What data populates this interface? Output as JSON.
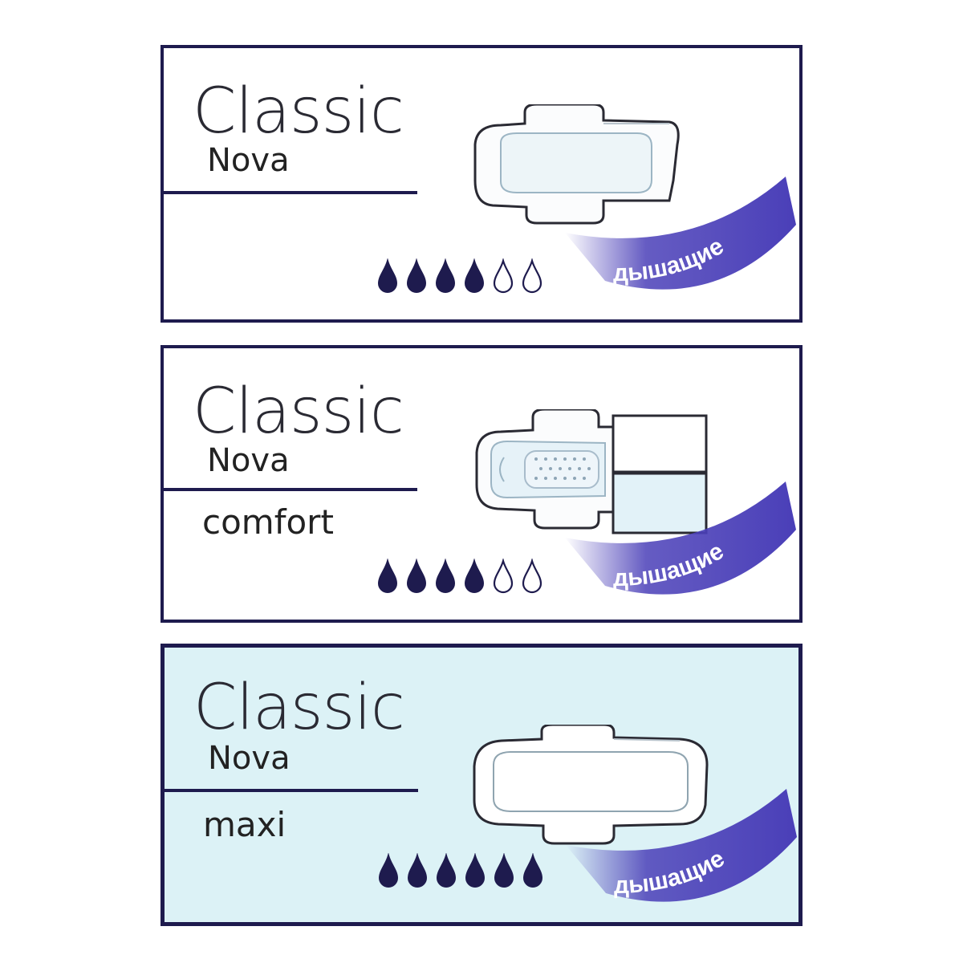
{
  "colors": {
    "navy": "#1e1b4e",
    "ribbon": "#4a3fb8",
    "drop_fill": "#1e1b4e",
    "card3_background": "#dcf2f6"
  },
  "cards": [
    {
      "brand": "Classic",
      "subbrand": "Nova",
      "variant": "",
      "absorbency_drops_filled": 4,
      "absorbency_drops_total": 6,
      "badge": "дышащие",
      "pad_icon": "pad-with-wings-icon"
    },
    {
      "brand": "Classic",
      "subbrand": "Nova",
      "variant": "comfort",
      "absorbency_drops_filled": 4,
      "absorbency_drops_total": 6,
      "badge": "дышащие",
      "pad_icon": "pad-with-wings-and-wrapper-icon"
    },
    {
      "brand": "Classic",
      "subbrand": "Nova",
      "variant": "maxi",
      "absorbency_drops_filled": 6,
      "absorbency_drops_total": 6,
      "badge": "дышащие",
      "pad_icon": "pad-with-wings-icon"
    }
  ]
}
